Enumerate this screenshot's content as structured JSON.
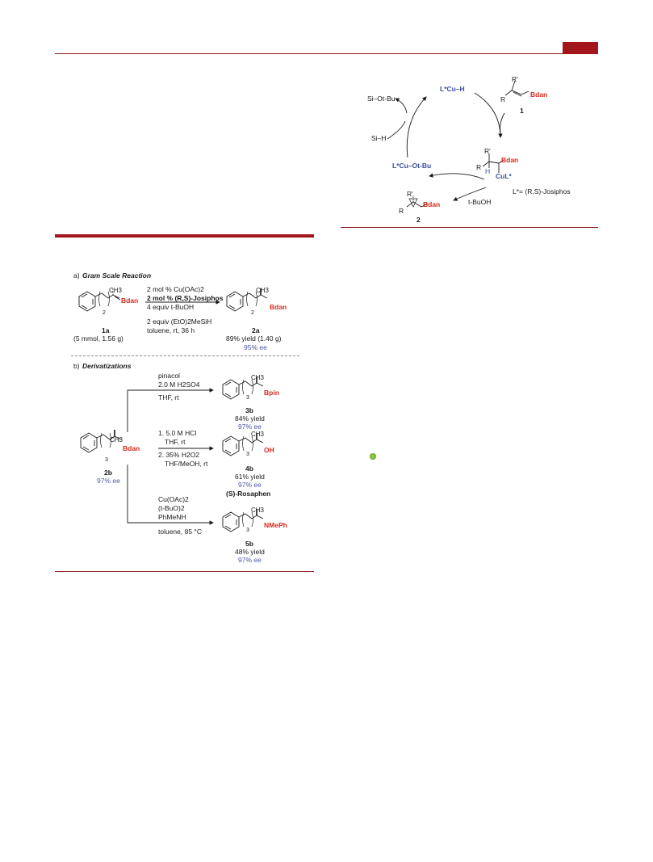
{
  "colors": {
    "rule": "#8b1a1a",
    "tab": "#a3161c",
    "boron": "#d42a1e",
    "catalyst": "#3a4fa0",
    "ee": "#4a56a8",
    "dot": "#8cc63f"
  },
  "cycle": {
    "catalyst_top": "L*Cu–H",
    "silane_product": "Si–Ot-Bu",
    "silane": "Si–H",
    "catalyst_left": "L*Cu–Ot-Bu",
    "substrate": {
      "r_prime": "R'",
      "r": "R",
      "group": "Bdan",
      "label": "1"
    },
    "intermediate": {
      "r_prime": "R'",
      "r": "R",
      "h": "H",
      "group": "Bdan",
      "cu": "CuL*"
    },
    "product": {
      "r_prime": "R'",
      "r": "R",
      "group": "Bdan",
      "label": "2"
    },
    "reagent": "t-BuOH",
    "ligand": "L*= (R,S)-Josiphos"
  },
  "panel_a": {
    "heading_prefix": "a)",
    "heading": "Gram Scale Reaction",
    "start": {
      "ch3": "CH3",
      "sub": "2",
      "group": "Bdan",
      "label": "1a",
      "amount": "(5 mmol, 1.56 g)"
    },
    "conditions_above": [
      "2 mol % Cu(OAc)2",
      "2 mol % (R,S)-Josiphos",
      "4 equiv t-BuOH"
    ],
    "conditions_below": [
      "2 equiv (EtO)2MeSiH",
      "toluene, rt, 36 h"
    ],
    "product": {
      "ch3": "CH3",
      "sub": "2",
      "group": "Bdan",
      "label": "2a",
      "yield": "89% yield (1.40 g)",
      "ee": "95% ee"
    }
  },
  "panel_b": {
    "heading_prefix": "b)",
    "heading": "Derivatizations",
    "start": {
      "ch3": "CH3",
      "sub": "3",
      "group": "Bdan",
      "label": "2b",
      "ee": "97% ee"
    },
    "route1": {
      "above": [
        "pinacol",
        "2.0 M H2SO4"
      ],
      "below": [
        "THF, rt"
      ],
      "ch3": "CH3",
      "sub": "3",
      "group": "Bpin",
      "label": "3b",
      "yield": "84% yield",
      "ee": "97% ee"
    },
    "route2": {
      "above": [
        "1. 5.0 M HCl",
        "THF, rt"
      ],
      "below": [
        "2. 35% H2O2",
        "THF/MeOH, rt"
      ],
      "ch3": "CH3",
      "sub": "3",
      "group": "OH",
      "label": "4b",
      "yield": "61% yield",
      "ee": "97% ee",
      "name": "(S)-Rosaphen"
    },
    "route3": {
      "above": [
        "Cu(OAc)2",
        "(t-BuO)2",
        "PhMeNH"
      ],
      "below": [
        "toluene, 85 °C"
      ],
      "ch3": "CH3",
      "sub": "3",
      "group": "NMePh",
      "label": "5b",
      "yield": "48% yield",
      "ee": "97% ee"
    }
  }
}
